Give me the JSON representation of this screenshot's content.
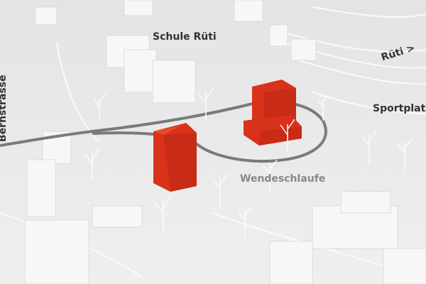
{
  "labels": {
    "school": "Schule Rüti",
    "ruti": "Rüti >",
    "sports": "Sportplat",
    "loop": "Wendeschlaufe",
    "street": "Bernstrasse"
  },
  "colors": {
    "model_base": "#e9e9e9",
    "model_buildings": "#f7f7f7",
    "proposed_buildings": "#e0391e",
    "road": "#777777",
    "label_text": "#333333",
    "label_muted": "#888888"
  }
}
